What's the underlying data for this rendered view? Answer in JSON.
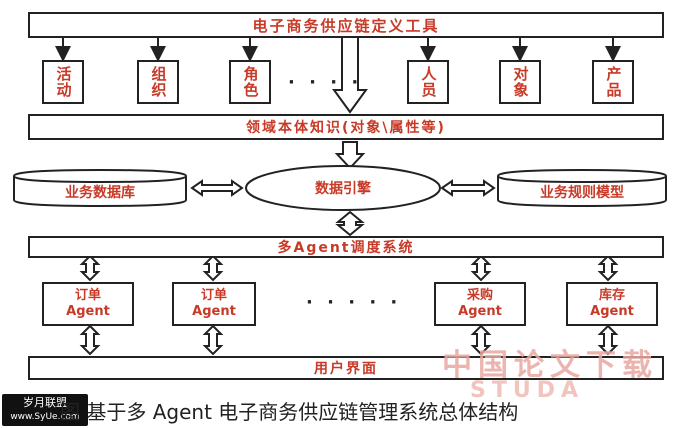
{
  "top_bar": "电子商务供应链定义工具",
  "top_items": [
    {
      "label": "活动"
    },
    {
      "label": "组织"
    },
    {
      "label": "角色"
    },
    {
      "label": "人员"
    },
    {
      "label": "对象"
    },
    {
      "label": "产品"
    }
  ],
  "top_ellipsis": "· · · ·",
  "domain_bar": "领域本体知识(对象\\属性等)",
  "left_db": "业务数据库",
  "engine": "数据引擎",
  "right_db": "业务规则模型",
  "scheduler_bar": "多Agent调度系统",
  "agents": [
    {
      "line1": "订单",
      "line2": "Agent"
    },
    {
      "line1": "订单",
      "line2": "Agent"
    },
    {
      "line1": "采购",
      "line2": "Agent"
    },
    {
      "line1": "库存",
      "line2": "Agent"
    }
  ],
  "agent_ellipsis": "· · · · ·",
  "ui_bar": "用户界面",
  "caption": "图 基于多 Agent 电子商务供应链管理系统总体结构",
  "logo": {
    "line1": "岁月联盟",
    "line2": "www.SyUe.com"
  },
  "watermark": {
    "text": "中国论文下载",
    "url": "STUDA"
  }
}
